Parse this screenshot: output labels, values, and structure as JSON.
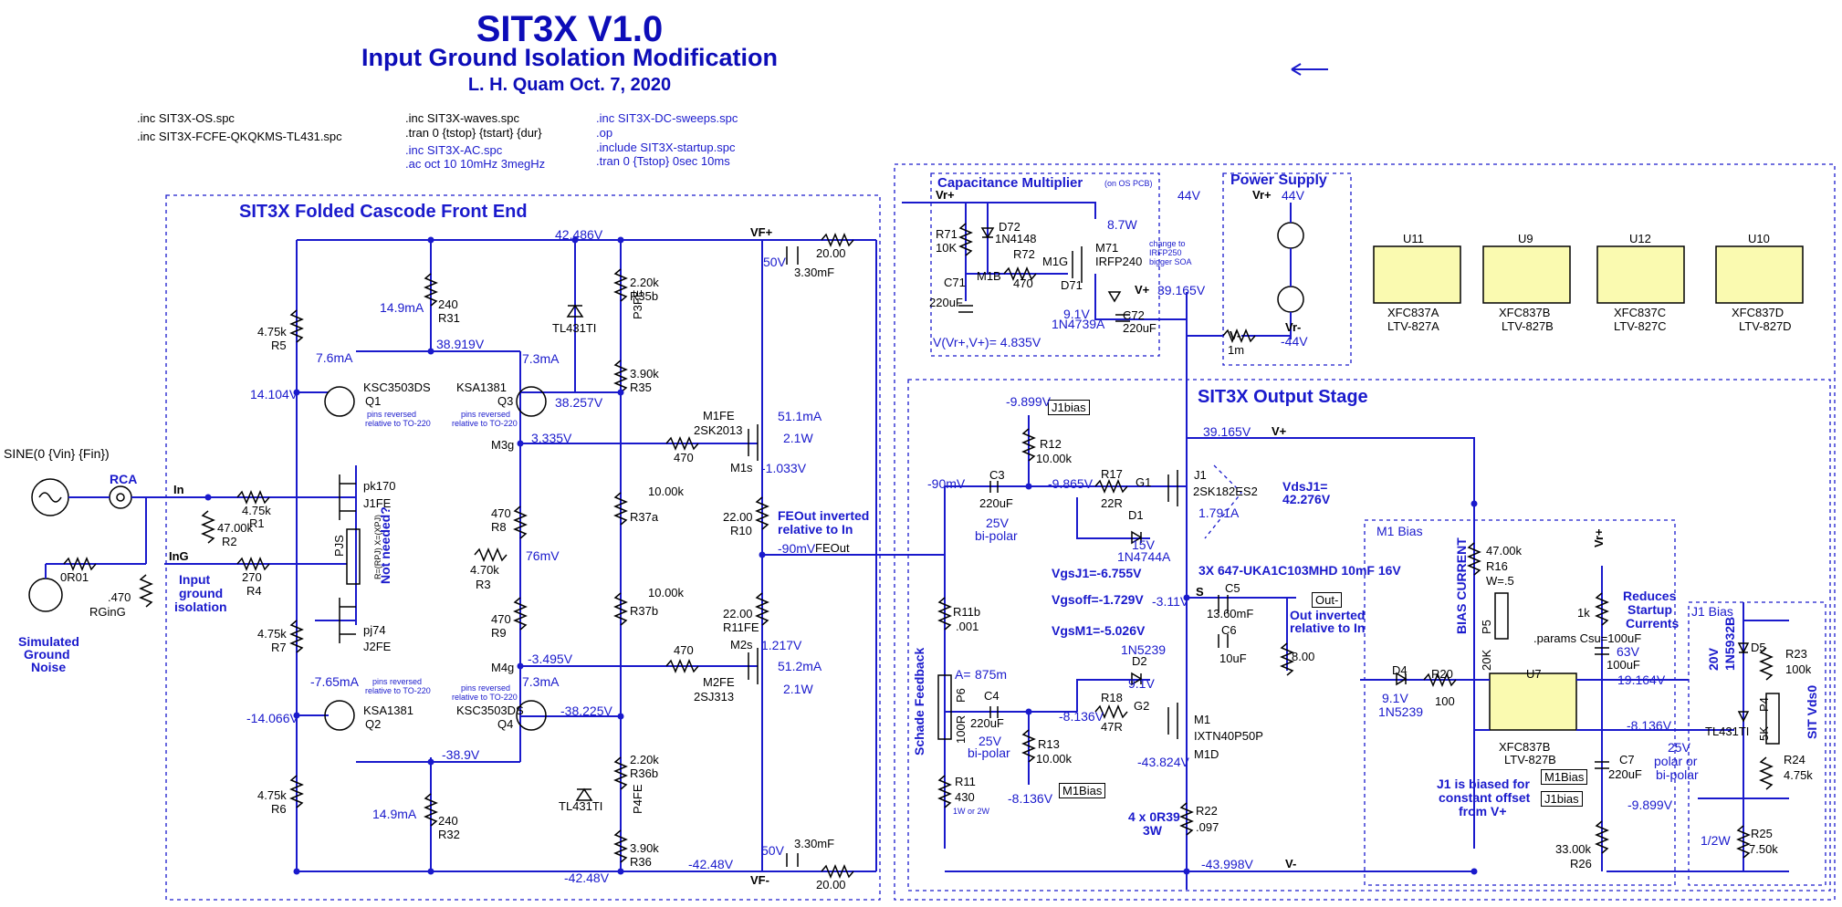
{
  "title": "SIT3X V1.0",
  "subtitle": "Input Ground Isolation Modification",
  "author_date": "L. H. Quam   Oct. 7, 2020",
  "directives": {
    "col1": [
      ".inc SIT3X-OS.spc",
      ".inc SIT3X-FCFE-QKQKMS-TL431.spc"
    ],
    "col2a": [
      ".inc SIT3X-waves.spc",
      ".tran 0 {tstop} {tstart} {dur}"
    ],
    "col2b": [
      ".inc SIT3X-AC.spc",
      ".ac oct 10 10mHz 3megHz"
    ],
    "col3a": [
      ".inc SIT3X-DC-sweeps.spc",
      ".op"
    ],
    "col3b": [
      ".include SIT3X-startup.spc",
      ".tran 0 {Tstop} 0sec 10ms"
    ]
  },
  "sections": {
    "front_end": "SIT3X Folded Cascode Front End",
    "cap_mult": "Capacitance Multiplier",
    "cap_mult_note": "(on OS PCB)",
    "power_supply": "Power Supply",
    "output_stage": "SIT3X Output Stage",
    "m1_bias": "M1 Bias",
    "j1_bias": "J1 Bias"
  },
  "input": {
    "source": "SINE(0 {Vin} {Fin})",
    "rca": "RCA",
    "in": "In",
    "ing": "InG",
    "r0r01": "0R01",
    "rging_val": ".470",
    "rging": "RGinG",
    "noise": [
      "Simulated",
      "Ground",
      "Noise"
    ],
    "isolation": [
      "Input",
      "ground",
      "isolation"
    ]
  },
  "front_end": {
    "r5": [
      "4.75k",
      "R5"
    ],
    "r7": [
      "4.75k",
      "R7"
    ],
    "r6": [
      "4.75k",
      "R6"
    ],
    "r31": [
      "240",
      "R31"
    ],
    "r32": [
      "240",
      "R32"
    ],
    "r35b": [
      "2.20k",
      "R35b"
    ],
    "r35": [
      "3.90k",
      "R35"
    ],
    "r36b": [
      "2.20k",
      "R36b"
    ],
    "r36": [
      "3.90k",
      "R36"
    ],
    "r37a": [
      "10.00k",
      "R37a"
    ],
    "r37b": [
      "10.00k",
      "R37b"
    ],
    "r8": [
      "470",
      "R8"
    ],
    "r9": [
      "470",
      "R9"
    ],
    "r1": [
      "4.75k",
      "R1"
    ],
    "r2": [
      "47.00k",
      "R2"
    ],
    "r3": [
      "4.70k",
      "R3"
    ],
    "r4": [
      "270",
      "R4"
    ],
    "r10": [
      "22.00",
      "R10"
    ],
    "r11fe": [
      "22.00",
      "R11FE"
    ],
    "r470a": "470",
    "r470b": "470",
    "q1": [
      "KSC3503DS",
      "Q1"
    ],
    "q2": [
      "KSA1381",
      "Q2"
    ],
    "q3": [
      "KSA1381",
      "Q3"
    ],
    "q4": [
      "KSC3503DS",
      "Q4"
    ],
    "j1fe": [
      "pk170",
      "J1FE"
    ],
    "j2fe": [
      "pj74",
      "J2FE"
    ],
    "m1fe": [
      "M1FE",
      "2SK2013"
    ],
    "m2fe": [
      "M2FE",
      "2SJ313"
    ],
    "tl431": "TL431TI",
    "p3fe": "P3FE",
    "p4fe": "P4FE",
    "pjs": "PJS",
    "pins_reversed": [
      "pins reversed",
      "relative to TO-220"
    ],
    "not_needed": "Not needed?",
    "pot_text": "R=(RPJ) X=(XPJ)",
    "vplus": "VF+",
    "vminus": "VF-",
    "c50a": "50V",
    "c_val": "3.30mF",
    "r20a": "20.00",
    "r20b": "20.00",
    "feout": "FEOut",
    "feout_note": [
      "FEOut inverted",
      "relative to In"
    ],
    "m1s": "M1s",
    "m2s": "M2s",
    "m3g": "M3g",
    "m4g": "M4g",
    "v_42486": "42.486V",
    "i_149a": "14.9mA",
    "v_38919": "38.919V",
    "i_76": "7.6mA",
    "i_73a": "7.3mA",
    "v_14104": "14.104V",
    "v_38257": "38.257V",
    "v_3335": "3.335V",
    "i_511": "51.1mA",
    "w_21a": "2.1W",
    "v_1033": "-1.033V",
    "v_76mv": "76mV",
    "v_90mv": "-90mV",
    "v_1217": "1.217V",
    "v_3495": "-3.495V",
    "i_765": "-7.65mA",
    "i_73b": "7.3mA",
    "v_14066": "-14.066V",
    "v_38225": "-38.225V",
    "i_512": "51.2mA",
    "w_21b": "2.1W",
    "v_389": "-38.9V",
    "i_149b": "14.9mA",
    "v_4248a": "-42.48V",
    "v_4248b": "-42.48V"
  },
  "cap_mult": {
    "vr_plus": "Vr+",
    "r71": [
      "R71",
      "10K"
    ],
    "d72": [
      "D72",
      "1N4148"
    ],
    "m1b": "M1B",
    "r72": [
      "R72",
      "470"
    ],
    "m1g": "M1G",
    "m71": [
      "M71",
      "IRFP240"
    ],
    "pw": "8.7W",
    "c71": [
      "C71",
      "220uF"
    ],
    "d71": [
      "D71",
      "9.1V",
      "1N4739A"
    ],
    "c72": [
      "C72",
      "220uF"
    ],
    "vplus": "V+",
    "v39165": "39.165V",
    "v44": "44V",
    "vdiff": "V(Vr+,V+)= 4.835V",
    "note": [
      "change to",
      "IRFP250",
      "bigger SOA"
    ]
  },
  "power_supply": {
    "vr_plus": "Vr+",
    "v44a": "44V",
    "vr_minus": "Vr-",
    "v_minus": "V-",
    "r1m": "1m",
    "v44b": "-44V"
  },
  "optos": [
    {
      "ref": "U11",
      "label": "XFC837A",
      "part": "LTV-827A"
    },
    {
      "ref": "U9",
      "label": "XFC837B",
      "part": "LTV-827B"
    },
    {
      "ref": "U12",
      "label": "XFC837C",
      "part": "LTV-827C"
    },
    {
      "ref": "U10",
      "label": "XFC837D",
      "part": "LTV-827D"
    }
  ],
  "output_stage": {
    "j1bias_tag": "J1bias",
    "m1bias_tag": "M1Bias",
    "v_9899a": "-9.899V",
    "r12": [
      "R12",
      "10.00k"
    ],
    "c3": [
      "C3",
      "220uF"
    ],
    "c3v": [
      "25V",
      "bi-polar"
    ],
    "v_90": "-90mV",
    "v_9865": "-9.865V",
    "r17": [
      "R17",
      "22R"
    ],
    "g1": "G1",
    "d1": [
      "D1",
      "15V",
      "1N4744A"
    ],
    "j1": [
      "J1",
      "2SK182ES2"
    ],
    "i_1791": "1.791A",
    "vplus": "V+",
    "v_39165": "39.165V",
    "vdsj1": [
      "VdsJ1=",
      "42.276V"
    ],
    "cap_part": "3X 647-UKA1C103MHD 10mF 16V",
    "s": "S",
    "c5": [
      "C5",
      "13.60mF"
    ],
    "c6": [
      "C6",
      "10uF"
    ],
    "out": "Out-",
    "out_note": [
      "Out inverted",
      "relative to In"
    ],
    "r_out": "8.00",
    "v_311": "-3.11V",
    "vgsj1": "VgsJ1=-6.755V",
    "vgsoff": "Vgsoff=-1.729V",
    "vgsm1": "VgsM1=-5.026V",
    "r11b": [
      "R11b",
      ".001"
    ],
    "schade": "Schade Feedback",
    "p6": [
      "A=",
      "875m",
      "P6",
      "100R"
    ],
    "c4": [
      "C4",
      "220uF"
    ],
    "c4v": [
      "25V",
      "bi-polar"
    ],
    "r13": [
      "R13",
      "10.00k"
    ],
    "d2": [
      "1N5239",
      "D2",
      "9.1V"
    ],
    "r18": [
      "R18",
      "47R"
    ],
    "g2": "G2",
    "m1": [
      "M1",
      "IXTN40P50P"
    ],
    "m1d": "M1D",
    "v_8136a": "-8.136V",
    "v_8136b": "-8.136V",
    "v_43824": "-43.824V",
    "r11": [
      "R11",
      "430",
      "1W or 2W"
    ],
    "r22": [
      "R22",
      ".097"
    ],
    "r22_note": [
      "4 x 0R39",
      "3W"
    ],
    "v_43998": "-43.998V",
    "vminus": "V-"
  },
  "m1_bias": {
    "bias_current": "BIAS CURRENT",
    "r16": [
      "47.00k",
      "R16",
      "W=.5"
    ],
    "p5": [
      "P5",
      "20K"
    ],
    "d4": [
      "D4",
      "9.1V",
      "1N5239"
    ],
    "r20": [
      "R20",
      "100"
    ],
    "u7": [
      "U7",
      "XFC837B",
      "LTV-827B"
    ],
    "r1k": "1k",
    "params": ".params Csu=100uF",
    "c63": [
      "63V",
      "100uF"
    ],
    "reduces": [
      "Reduces",
      "Startup",
      "Currents"
    ],
    "vr_plus": "Vr+",
    "v_19164": "19.164V",
    "v_8136": "-8.136V",
    "c7": [
      "C7",
      "220uF"
    ],
    "c7v": [
      "25V",
      "polar or",
      "bi-polar"
    ],
    "m1bias_tag": "M1Bias",
    "j1bias_tag": "J1bias",
    "v_9899": "-9.899V",
    "note": [
      "J1 is biased for",
      "constant offset",
      "from V+"
    ],
    "r26": [
      "33.00k",
      "R26"
    ]
  },
  "j1_bias": {
    "d5": [
      "20V",
      "1N5932B",
      "D5"
    ],
    "r23": [
      "R23",
      "100k"
    ],
    "tl431": "TL431TI",
    "p4": [
      "P4",
      "5K"
    ],
    "r24": [
      "R24",
      "4.75k"
    ],
    "r25": [
      "R25",
      "7.50k"
    ],
    "half_w": "1/2W",
    "sit_vds0": "SIT Vds0"
  }
}
